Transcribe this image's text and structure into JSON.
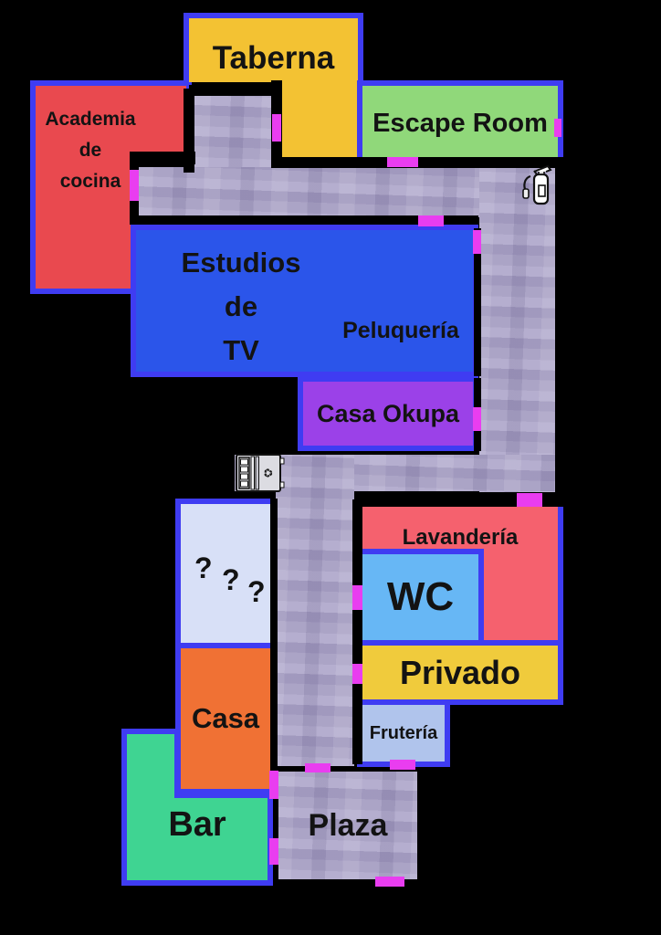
{
  "map": {
    "background": "#000000",
    "wall_color": "#000000",
    "room_border_color": "#3f3cf2",
    "door_color": "#e93df0",
    "corridor_color": "#aba4c6"
  },
  "rooms": {
    "taberna": {
      "label": "Taberna",
      "color": "#f3c233"
    },
    "academia_de_cocina": {
      "label": "Academia de cocina",
      "lines": [
        "Academia",
        "de",
        "cocina"
      ],
      "color": "#e9494f"
    },
    "escape_room": {
      "label": "Escape Room",
      "color": "#90d87a"
    },
    "estudios_de_tv": {
      "label": "Estudios de TV",
      "lines": [
        "Estudios",
        "de",
        "TV"
      ],
      "color": "#2b55ea"
    },
    "peluqueria": {
      "label": "Peluquería",
      "color": "#72d9f5"
    },
    "casa_okupa": {
      "label": "Casa Okupa",
      "color": "#9b41e8"
    },
    "lavanderia": {
      "label": "Lavandería",
      "color": "#f5616e"
    },
    "wc": {
      "label": "WC",
      "color": "#67b7f5"
    },
    "privado": {
      "label": "Privado",
      "color": "#f0cb3c"
    },
    "fruteria": {
      "label": "Frutería",
      "color": "#b0c4ec"
    },
    "mystery": {
      "label": "? ? ?",
      "marks": [
        "?",
        "?",
        "?"
      ],
      "color": "#d8e0f7"
    },
    "casa": {
      "label": "Casa",
      "color": "#f07134"
    },
    "bar": {
      "label": "Bar",
      "color": "#3fd492"
    },
    "plaza": {
      "label": "Plaza",
      "color": "#aba4c6"
    }
  },
  "icons": {
    "fire_extinguisher": "fire-extinguisher-icon",
    "vending_machine": "vending-machine-icon"
  }
}
